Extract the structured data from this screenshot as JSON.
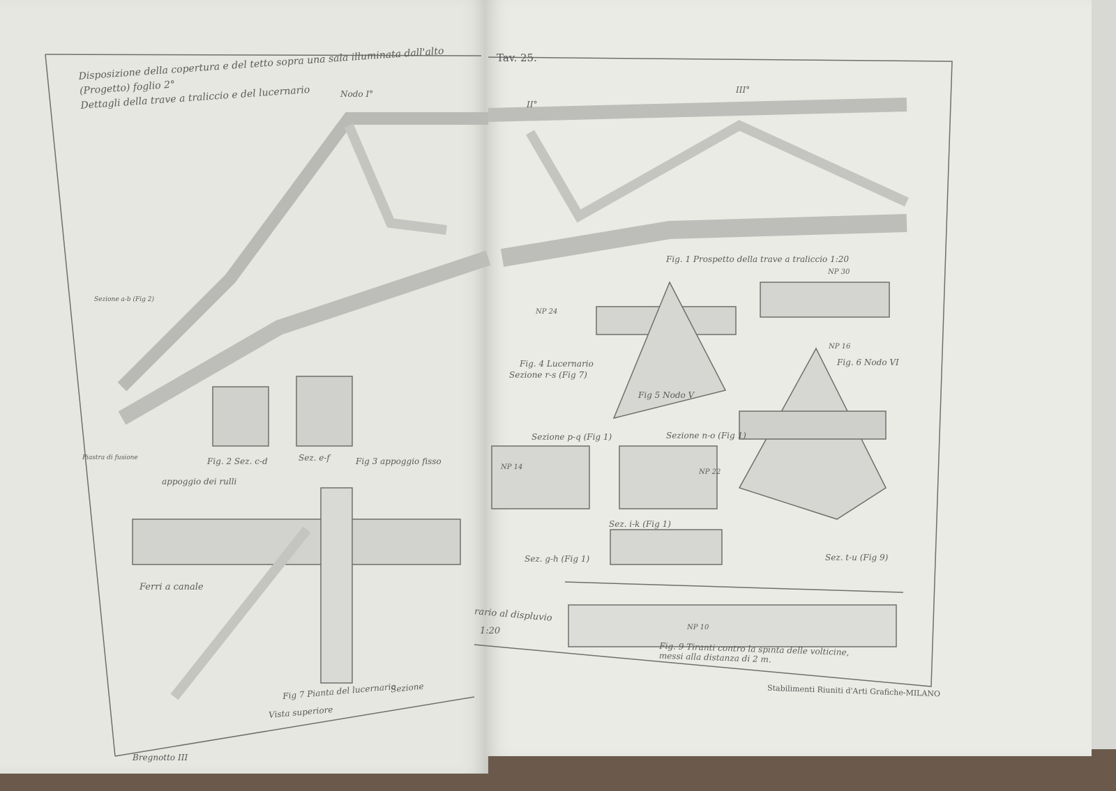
{
  "plate": {
    "number": "Tav. 25.",
    "title": "Disposizione della copertura e del tetto sopra una sala illuminata dall'alto\n(Progetto) foglio 2°\nDettagli della trave a traliccio e del lucernario",
    "publisher": "Stabilimenti Riuniti d'Arti Grafiche-MILANO",
    "author": "Bregnotto III"
  },
  "labels": [
    "Nodo I°",
    "II°",
    "III°",
    "Fig. 1 Prospetto della trave a traliccio 1:20",
    "Fig. 2 Sez. c-d",
    "Sez. e-f",
    "Fig 3 appoggio fisso",
    "appoggio dei rulli",
    "Fig. 4 Lucernario",
    "Sezione r-s (Fig 7)",
    "Fig 5 Nodo V",
    "Fig. 6 Nodo VI",
    "Sezione p-q (Fig 1)",
    "Sezione n-o (Fig 1)",
    "Sez. i-k (Fig 1)",
    "Sez. g-h (Fig 1)",
    "Sez. t-u (Fig 9)",
    "Fig 7 Pianta del lucernario",
    "Vista superiore",
    "Sezione",
    "Ferri a canale",
    "Sezione a-b (Fig 2)",
    "Piastra di fusione",
    "rario al displuvio",
    "1:20",
    "Fig. 9 Tiranti contro la spinta delle volticine, messi alla distanza di 2 m.",
    "NP 30",
    "NP 14",
    "NP 22",
    "NP 16",
    "NP 10",
    "NP 24"
  ]
}
